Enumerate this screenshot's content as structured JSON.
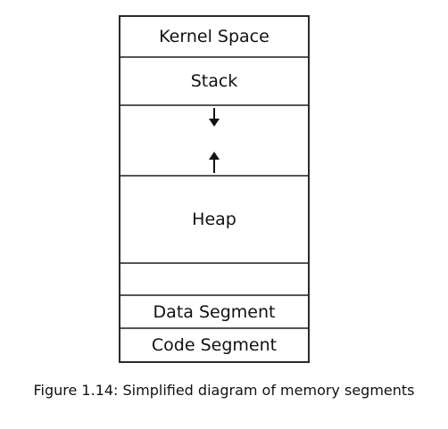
{
  "diagram": {
    "segments": {
      "kernel": "Kernel Space",
      "stack": "Stack",
      "heap": "Heap",
      "data": "Data Segment",
      "code": "Code Segment"
    },
    "caption": "Figure 1.14: Simplified diagram of memory segments"
  }
}
